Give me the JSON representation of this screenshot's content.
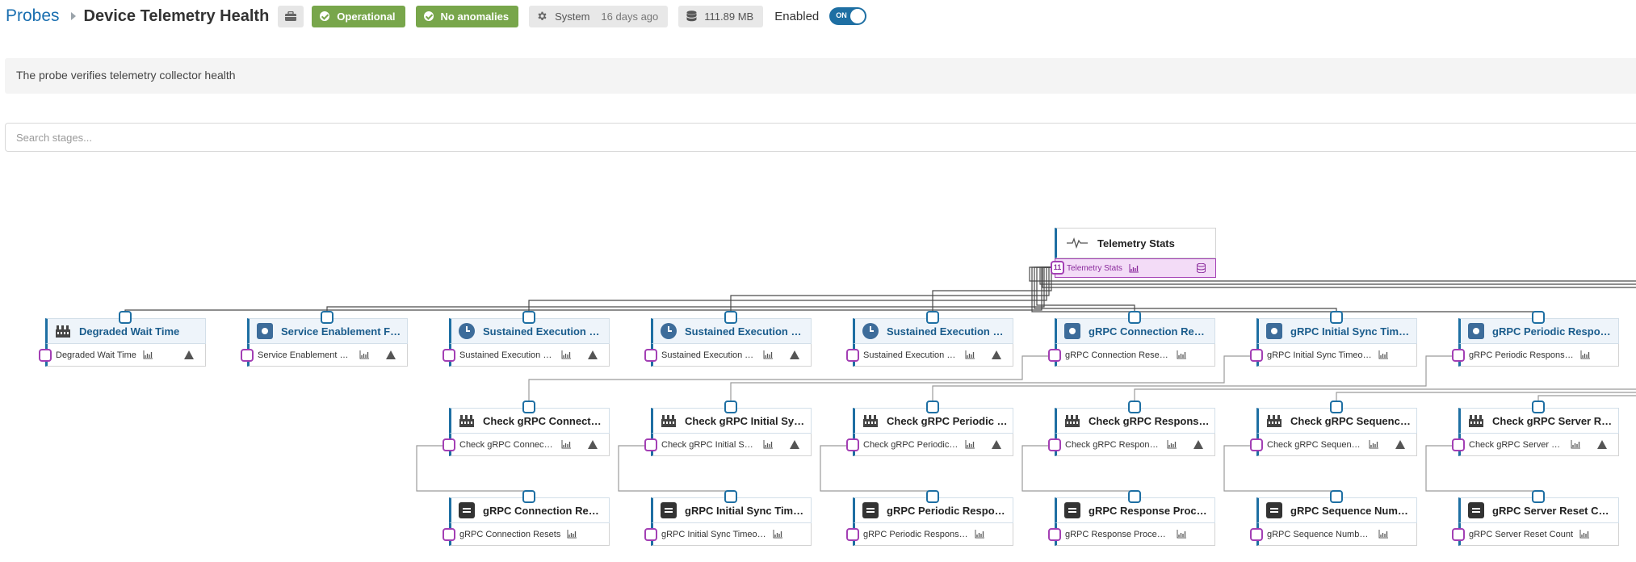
{
  "header": {
    "breadcrumb_root": "Probes",
    "title": "Device Telemetry Health",
    "status_operational": "Operational",
    "status_anomalies": "No anomalies",
    "source_label": "System",
    "source_age": "16 days ago",
    "size": "111.89 MB",
    "enabled_label": "Enabled",
    "toggle_text": "ON"
  },
  "description": "The probe verifies telemetry collector health",
  "search": {
    "placeholder": "Search stages..."
  },
  "colors": {
    "accent": "#1e6fa3",
    "success": "#78a64b",
    "output_port": "#a33fb4"
  },
  "root_node": {
    "title": "Telemetry Stats",
    "output": "Telemetry Stats",
    "output_count": "11",
    "icon": "waveform-icon"
  },
  "row1": [
    {
      "title": "Degraded Wait Time",
      "output": "Degraded Wait Time",
      "icon": "factory-icon"
    },
    {
      "title": "Service Enablement Failures",
      "output": "Service Enablement Failures",
      "icon": "service-icon"
    },
    {
      "title": "Sustained Execution Failures",
      "output": "Sustained Execution Failures",
      "icon": "clock-icon"
    },
    {
      "title": "Sustained Execution Timeouts",
      "output": "Sustained Execution Timeouts",
      "icon": "clock-icon"
    },
    {
      "title": "Sustained Execution Underruns",
      "output": "Sustained Execution Underruns",
      "icon": "clock-icon"
    },
    {
      "title": "gRPC Connection Resets In Last",
      "output": "gRPC Connection Resets In Last",
      "icon": "service-icon"
    },
    {
      "title": "gRPC Initial Sync Timeouts In Last",
      "output": "gRPC Initial Sync Timeouts In Last",
      "icon": "service-icon"
    },
    {
      "title": "gRPC Periodic Response Timeouts",
      "output": "gRPC Periodic Response Timeouts",
      "icon": "service-icon"
    }
  ],
  "row2": [
    {
      "title": "Check gRPC Connection Resets",
      "output": "Check gRPC Connection Resets",
      "icon": "factory-icon"
    },
    {
      "title": "Check gRPC Initial Sync Timeouts",
      "output": "Check gRPC Initial Sync Timeouts",
      "icon": "factory-icon"
    },
    {
      "title": "Check gRPC Periodic Response",
      "output": "Check gRPC Periodic Response",
      "icon": "factory-icon"
    },
    {
      "title": "Check gRPC Response Processing",
      "output": "Check gRPC Response Processing",
      "icon": "factory-icon"
    },
    {
      "title": "Check gRPC Sequence Number",
      "output": "Check gRPC Sequence Number",
      "icon": "factory-icon"
    },
    {
      "title": "Check gRPC Server Reset Count",
      "output": "Check gRPC Server Reset Count",
      "icon": "factory-icon"
    }
  ],
  "row3": [
    {
      "title": "gRPC Connection Resets",
      "output": "gRPC Connection Resets",
      "icon": "list-icon"
    },
    {
      "title": "gRPC Initial Sync Timeouts",
      "output": "gRPC Initial Sync Timeouts",
      "icon": "list-icon"
    },
    {
      "title": "gRPC Periodic Response Timeouts",
      "output": "gRPC Periodic Response Timeouts",
      "icon": "list-icon"
    },
    {
      "title": "gRPC Response Processing Failures",
      "output": "gRPC Response Processing Failures",
      "icon": "list-icon"
    },
    {
      "title": "gRPC Sequence Number Overflows",
      "output": "gRPC Sequence Number Overflows",
      "icon": "list-icon"
    },
    {
      "title": "gRPC Server Reset Count",
      "output": "gRPC Server Reset Count",
      "icon": "list-icon"
    }
  ]
}
